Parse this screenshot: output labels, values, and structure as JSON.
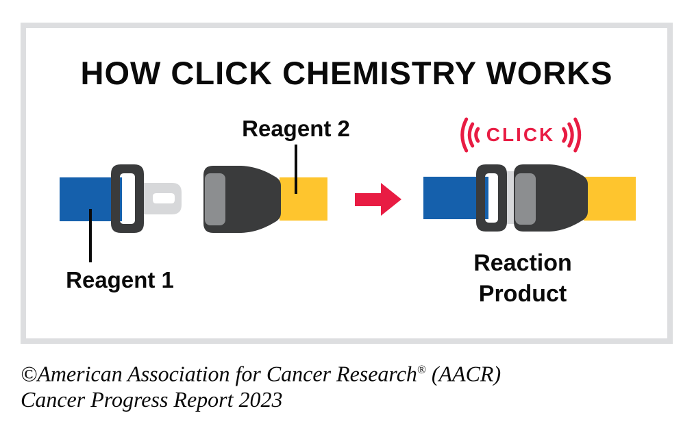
{
  "diagram": {
    "title": "HOW CLICK CHEMISTRY WORKS",
    "labels": {
      "reagent1": "Reagent 1",
      "reagent2": "Reagent 2",
      "click": "CLICK",
      "product_line1": "Reaction",
      "product_line2": "Product"
    }
  },
  "footer": {
    "line1": "©American Association for Cancer Research",
    "line1_reg": "®",
    "line1_suffix": " (AACR)",
    "line2": "Cancer Progress Report 2023"
  },
  "colors": {
    "blue": "#1560AC",
    "yellow": "#FEC52E",
    "dark": "#3A3B3C",
    "slot": "#8C8E90",
    "tongue": "#D7D8DA",
    "red": "#E81C43",
    "frame": "#DDDEE0",
    "text": "#0A0A0A"
  }
}
